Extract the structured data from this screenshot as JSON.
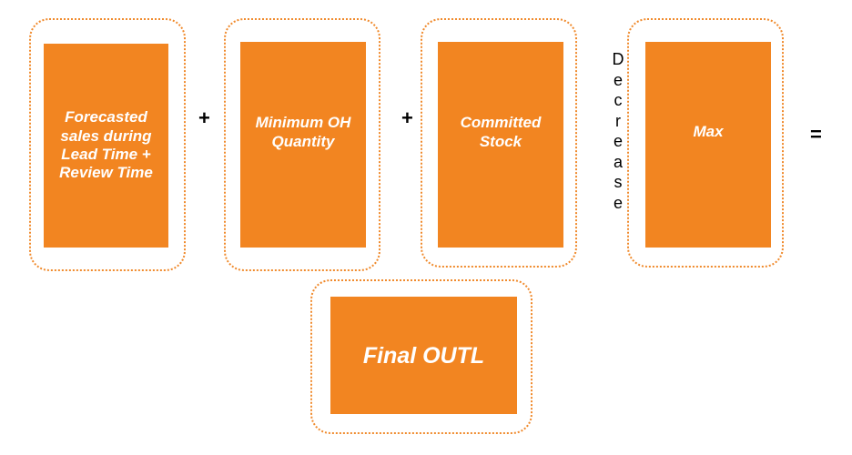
{
  "diagram": {
    "nodes": [
      {
        "id": "forecasted",
        "label": "Forecasted\nsales during\nLead Time +\nReview Time"
      },
      {
        "id": "min_oh",
        "label": "Minimum OH\nQuantity"
      },
      {
        "id": "committed",
        "label": "Committed\nStock"
      },
      {
        "id": "max",
        "label": "Max"
      },
      {
        "id": "final",
        "label": "Final OUTL"
      }
    ],
    "operators": {
      "plus_1": "+",
      "plus_2": "+",
      "decrease": "D\ne\nc\nr\ne\na\ns\ne",
      "equals": "="
    },
    "colors": {
      "box_fill": "#f28521",
      "frame_border": "#f08a2c",
      "box_text": "#ffffff"
    }
  }
}
